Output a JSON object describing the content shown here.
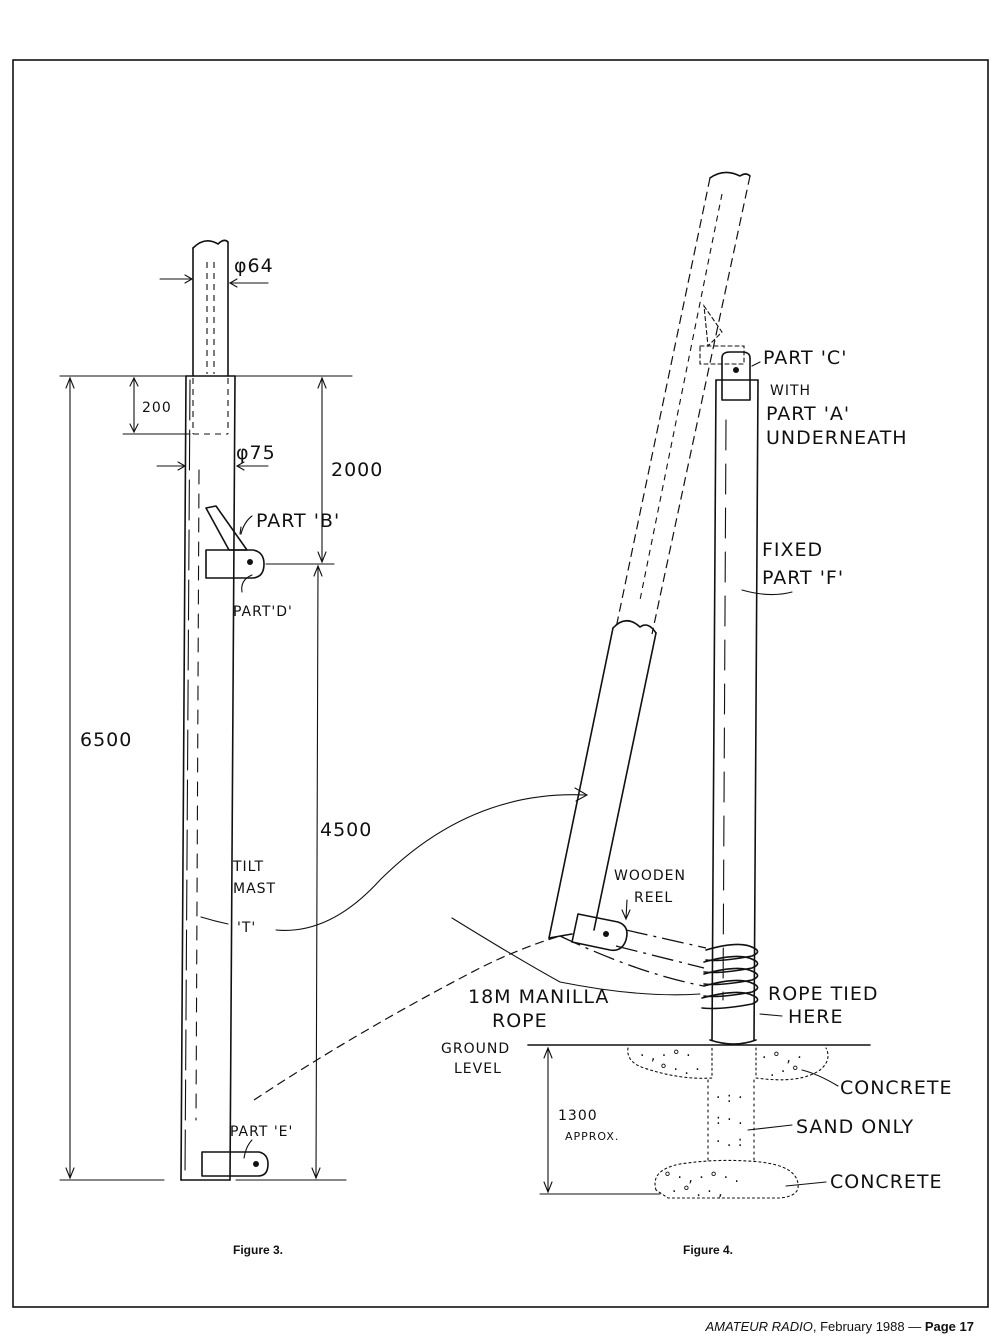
{
  "figure3": {
    "caption": "Figure 3.",
    "dia_upper": "φ64",
    "dia_lower": "φ75",
    "dim_200": "200",
    "dim_2000": "2000",
    "dim_6500": "6500",
    "dim_4500": "4500",
    "part_b": "PART 'B'",
    "part_d": "PART'D'",
    "tilt_mast_line1": "TILT",
    "tilt_mast_line2": "MAST",
    "tilt_mast_line3": "'T'",
    "part_e": "PART 'E'"
  },
  "figure4": {
    "caption": "Figure 4.",
    "part_c_line1": "PART 'C'",
    "part_c_line2": "WITH",
    "part_c_line3": "PART 'A'",
    "part_c_line4": "UNDERNEATH",
    "fixed_line1": "FIXED",
    "fixed_line2": "PART 'F'",
    "reel_line1": "WOODEN",
    "reel_line2": "REEL",
    "rope_line1": "18M MANILLA",
    "rope_line2": "ROPE",
    "tied_line1": "ROPE TIED",
    "tied_line2": "HERE",
    "ground_line1": "GROUND",
    "ground_line2": "LEVEL",
    "depth_line1": "1300",
    "depth_line2": "APPROX.",
    "concrete_upper": "CONCRETE",
    "sand": "SAND ONLY",
    "concrete_lower": "CONCRETE"
  },
  "footer": {
    "publication": "AMATEUR RADIO",
    "issue": ", February 1988 — ",
    "page": "Page 17"
  }
}
